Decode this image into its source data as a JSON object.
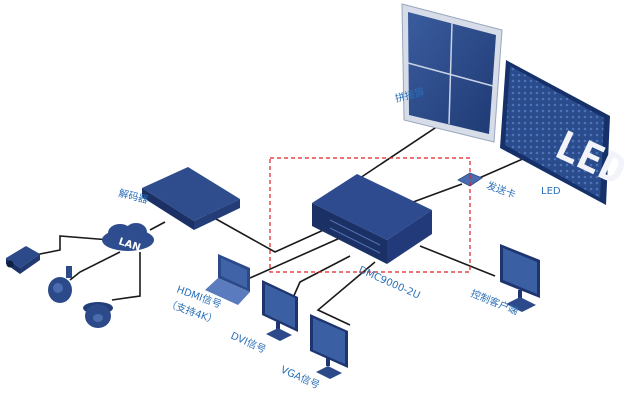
{
  "diagram": {
    "labels": {
      "video_wall": "拼接屏",
      "led": "LED",
      "sender_card": "发送卡",
      "decoder": "解码器",
      "lan": "LAN",
      "device": "DMC9000-2U",
      "control_client": "控制客户端",
      "hdmi_line1": "HDMI信号",
      "hdmi_line2": "（支持4K）",
      "dvi": "DVI信号",
      "vga": "VGA信号"
    },
    "led_screen_text": "LED",
    "colors": {
      "label_blue": "#2a6fb8",
      "device_navy": "#1e3570",
      "screen_blue": "#2b4a8a",
      "highlight_red": "#e02020"
    },
    "icons": [
      "bullet-camera-icon",
      "dome-camera-icon",
      "speed-dome-icon",
      "cloud-icon",
      "laptop-icon",
      "monitor-icon"
    ]
  }
}
